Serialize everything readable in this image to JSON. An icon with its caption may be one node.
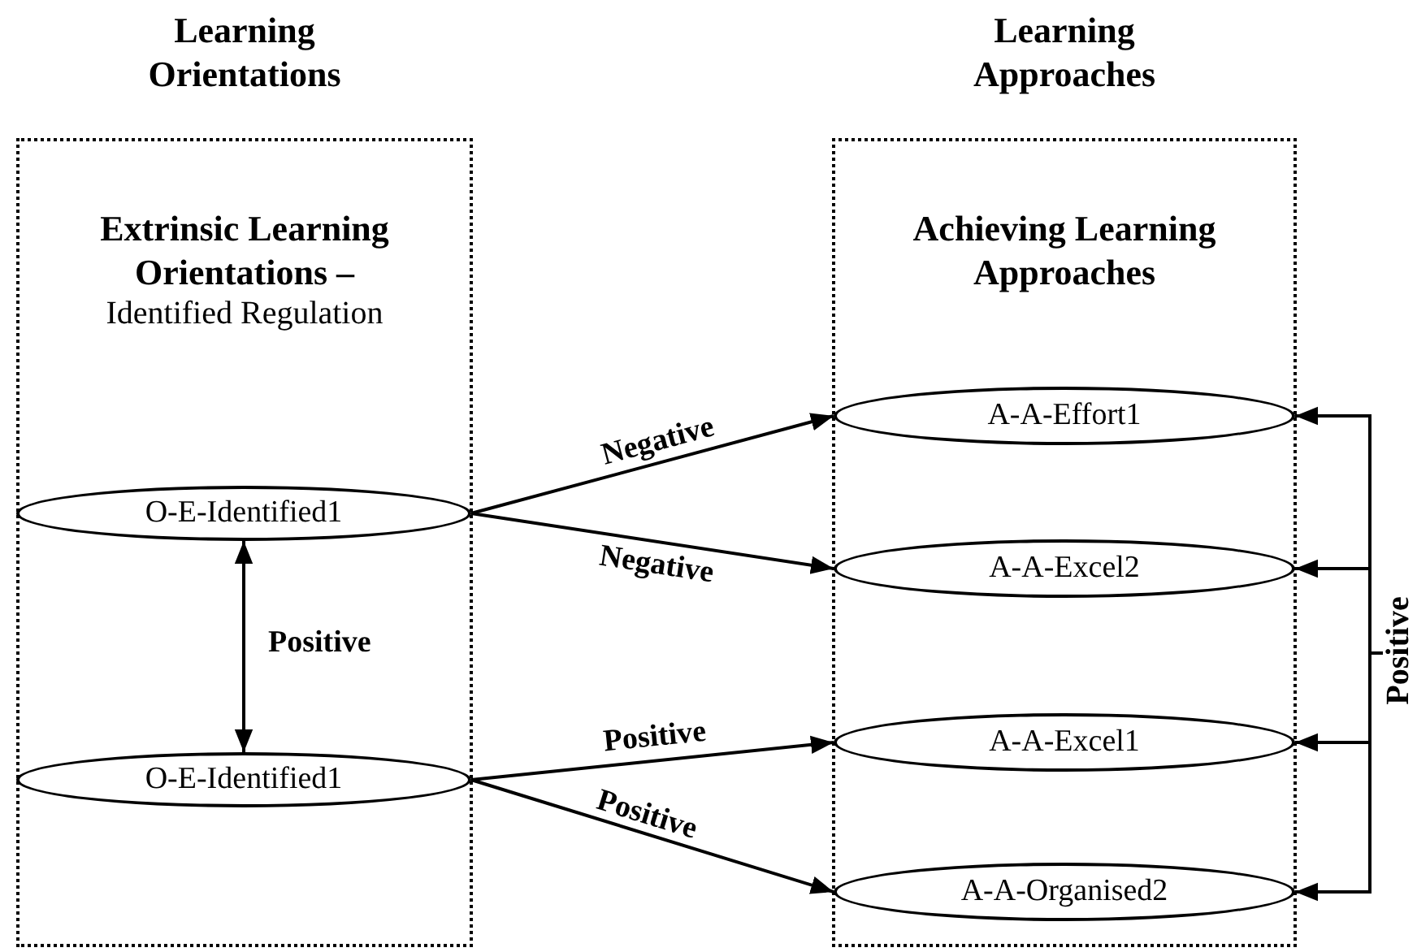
{
  "diagram": {
    "nodes": [
      {
        "text": [
          "Learning Orientations",
          "Extrinsic Learning Orientations –",
          "Identified Regulation"
        ]
      },
      {
        "text": [
          "O-E-Identified1"
        ],
        "in": 0
      },
      {
        "text": [
          "O-E-Identified1"
        ],
        "in": 0
      },
      {
        "text": [
          "Learning Approaches",
          "Achieving Learning Approaches"
        ]
      },
      {
        "text": [
          "A-A-Effort1"
        ],
        "in": 3
      },
      {
        "text": [
          "A-A-Excel2"
        ],
        "in": 3
      },
      {
        "text": [
          "A-A-Excel1"
        ],
        "in": 3
      },
      {
        "text": [
          "A-A-Organised2"
        ],
        "in": 3
      },
      {
        "text": [
          "Positive"
        ]
      }
    ],
    "edges": [
      {
        "from": 1,
        "to": 4,
        "arrow": "to",
        "label": "Negative"
      },
      {
        "from": 1,
        "to": 5,
        "arrow": "to",
        "label": "Negative"
      },
      {
        "from": 1,
        "to": 2,
        "arrow": "both",
        "label": "Positive"
      },
      {
        "from": 2,
        "to": 6,
        "arrow": "to",
        "label": "Positive"
      },
      {
        "from": 2,
        "to": 7,
        "arrow": "to",
        "label": "Positive"
      },
      {
        "from": 8,
        "to": 4,
        "arrow": "to"
      },
      {
        "from": 8,
        "to": 5,
        "arrow": "to"
      },
      {
        "from": 8,
        "to": 6,
        "arrow": "to"
      },
      {
        "from": 8,
        "to": 7,
        "arrow": "to"
      }
    ]
  }
}
